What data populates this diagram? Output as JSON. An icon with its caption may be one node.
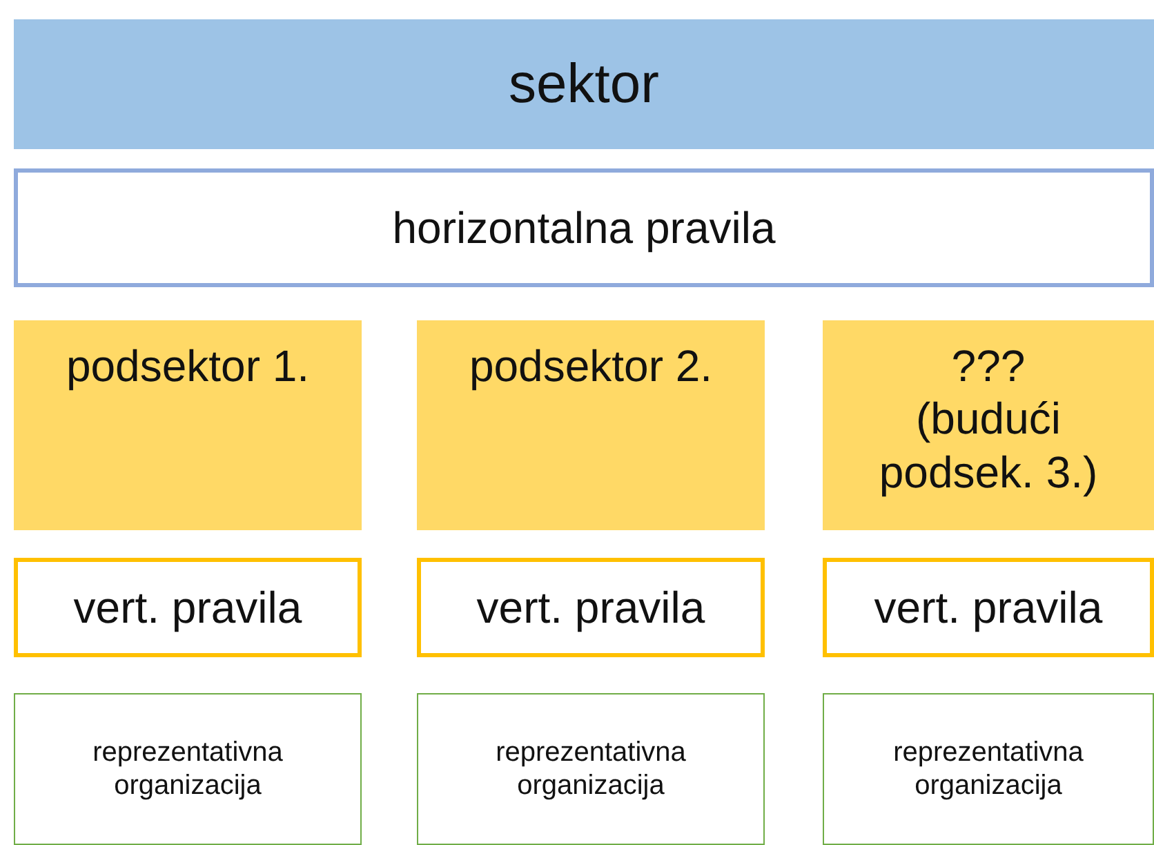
{
  "diagram": {
    "nodes": [
      {
        "text": [
          "sektor"
        ]
      },
      {
        "text": [
          "horizontalna pravila"
        ]
      },
      {
        "text": [
          "podsektor 1."
        ]
      },
      {
        "text": [
          "podsektor 2."
        ]
      },
      {
        "text": [
          "???",
          "(budući podsek. 3.)"
        ]
      },
      {
        "text": [
          "vert. pravila"
        ]
      },
      {
        "text": [
          "vert. pravila"
        ]
      },
      {
        "text": [
          "vert. pravila"
        ]
      },
      {
        "text": [
          "reprezentativna organizacija"
        ]
      },
      {
        "text": [
          "reprezentativna organizacija"
        ]
      },
      {
        "text": [
          "reprezentativna organizacija"
        ]
      }
    ],
    "edges": []
  }
}
